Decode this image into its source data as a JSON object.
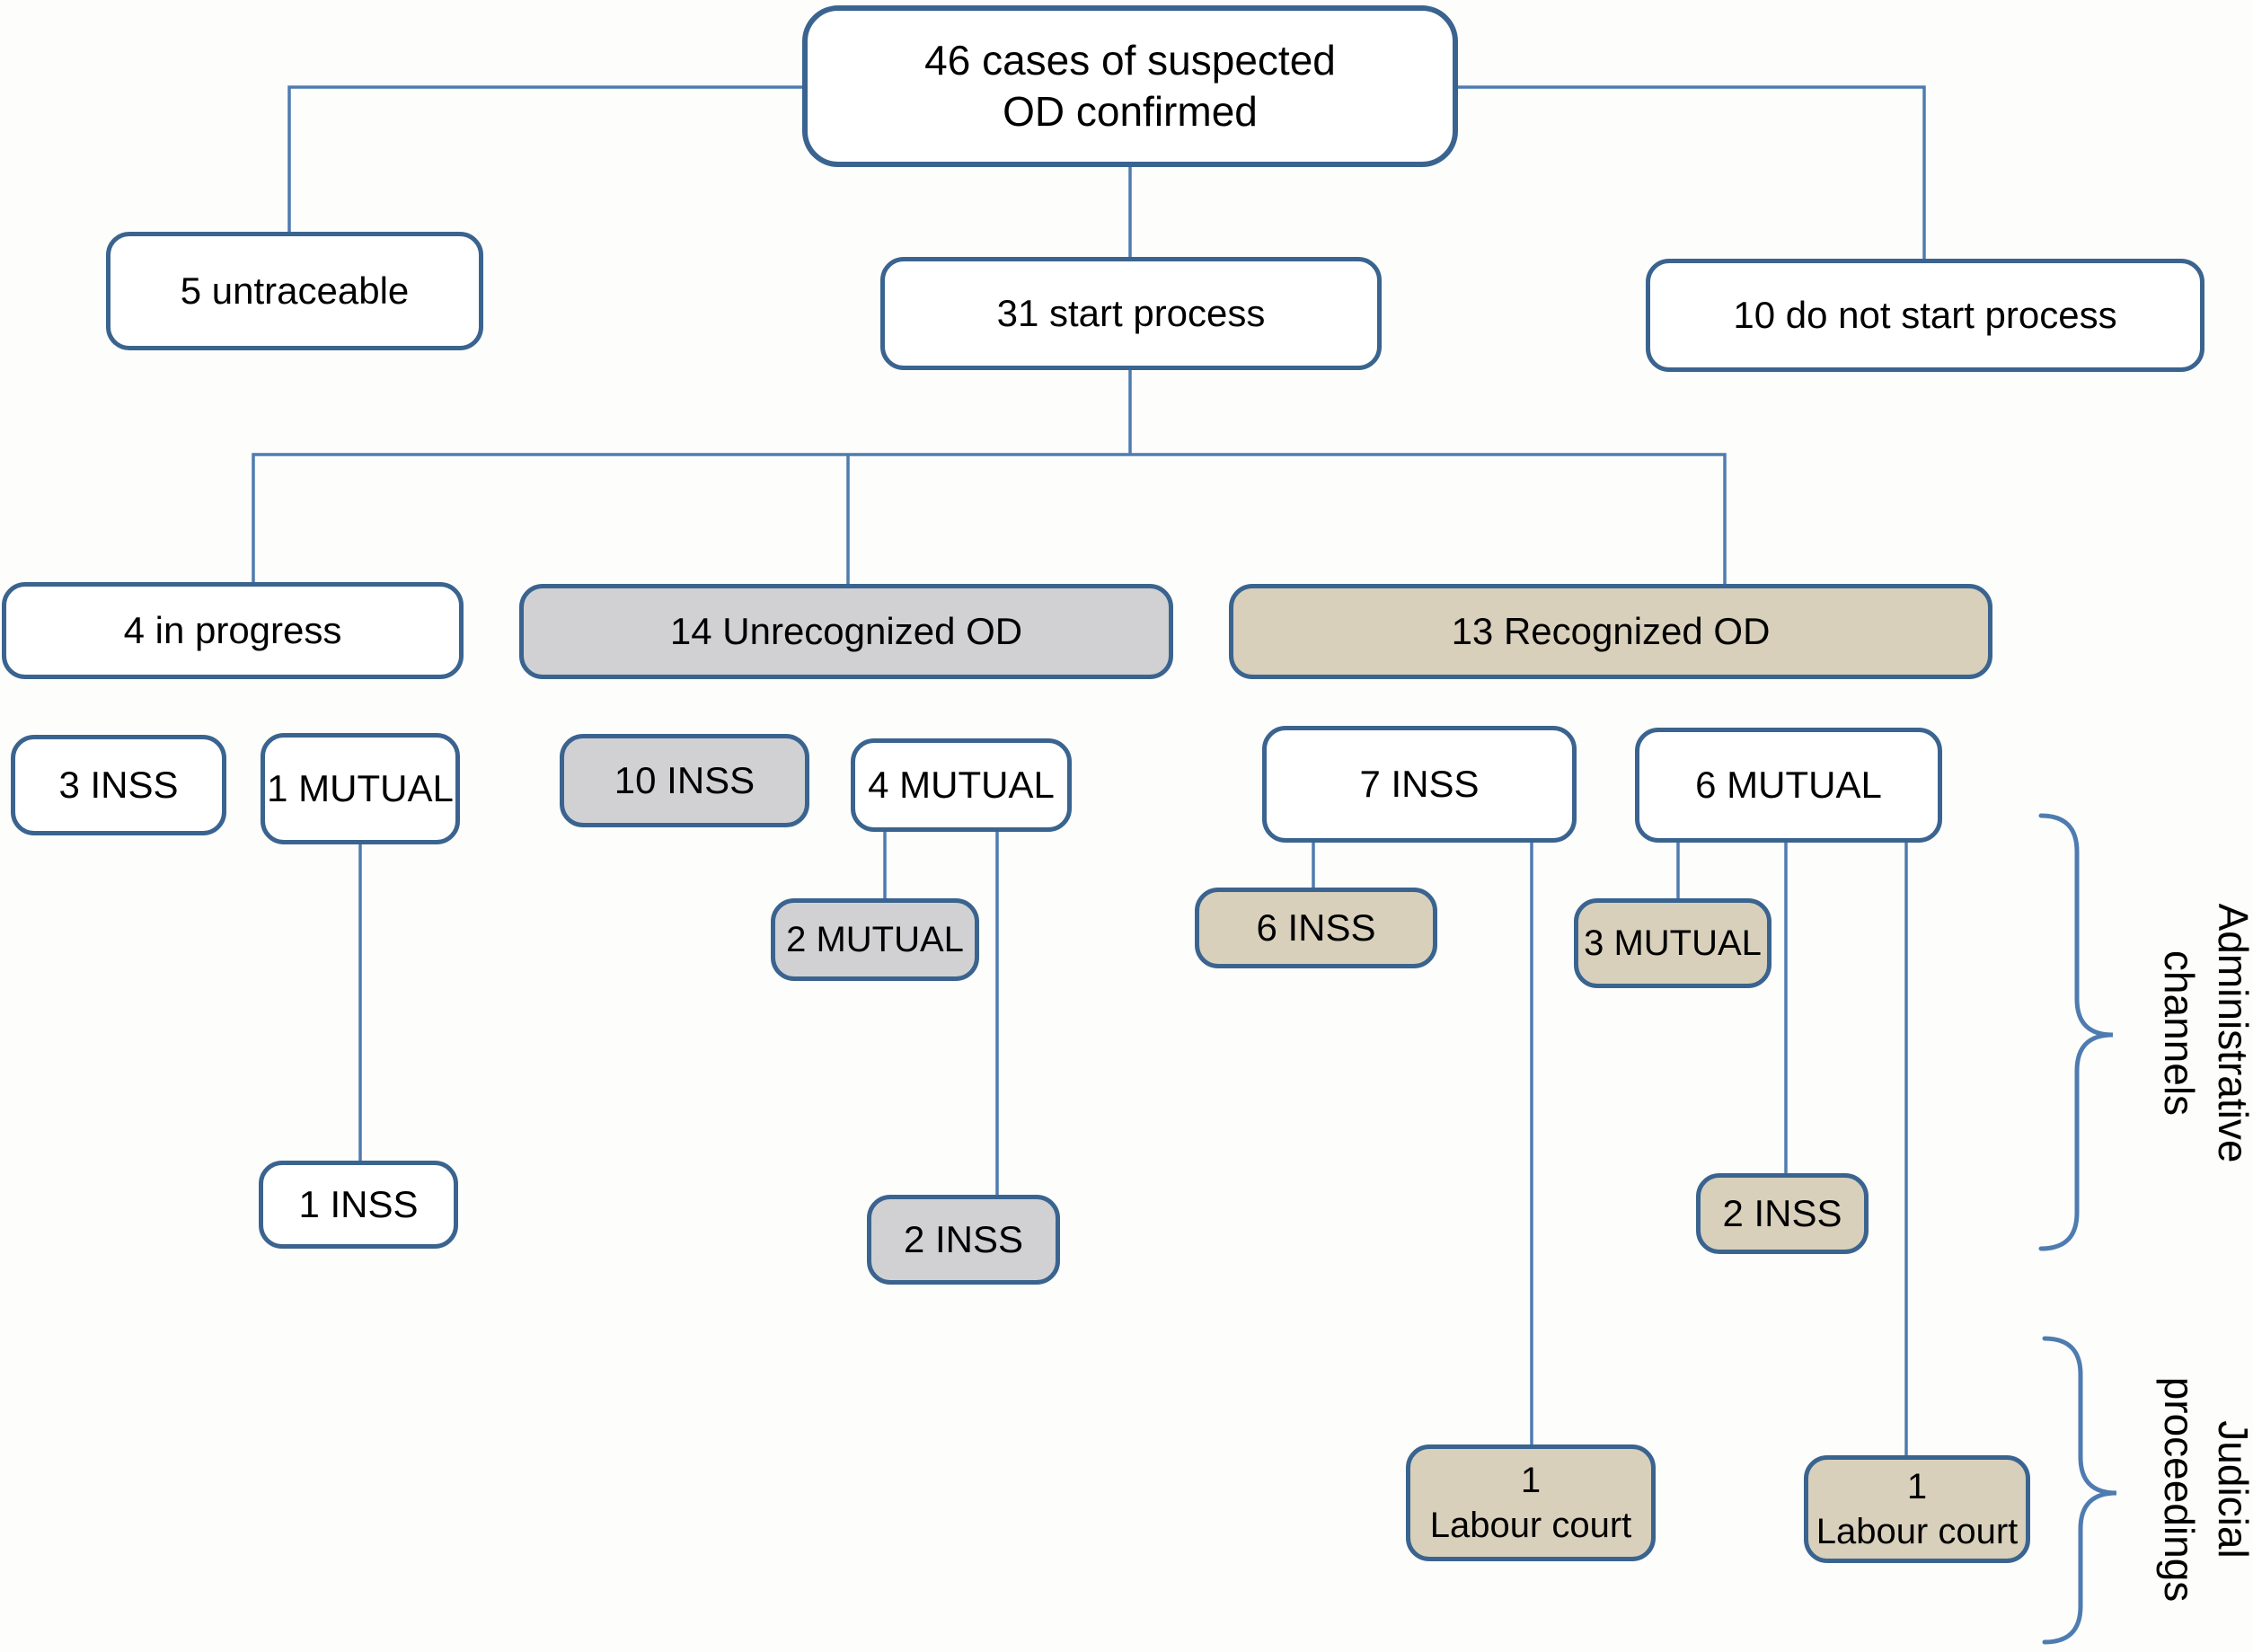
{
  "colors": {
    "border": "#3a648f",
    "line": "#4e7cb0",
    "gray_fill": "#d1d1d3",
    "tan_fill": "#d8d0bb",
    "white_fill": "#ffffff",
    "background": "#fdfdfb"
  },
  "nodes": {
    "root": {
      "label": "46 cases of suspected\nOD confirmed"
    },
    "untraceable": {
      "label": "5 untraceable"
    },
    "start_process": {
      "label": "31 start process"
    },
    "no_start": {
      "label": "10 do not start process"
    },
    "in_progress": {
      "label": "4 in progress"
    },
    "unrecognized": {
      "label": "14 Unrecognized OD"
    },
    "recognized": {
      "label": "13 Recognized OD"
    },
    "ip_inss": {
      "label": "3 INSS"
    },
    "ip_mutual": {
      "label": "1 MUTUAL"
    },
    "ip_mutual_inss": {
      "label": "1 INSS"
    },
    "un_inss": {
      "label": "10 INSS"
    },
    "un_mutual": {
      "label": "4 MUTUAL"
    },
    "un_mutual_mutual": {
      "label": "2 MUTUAL"
    },
    "un_mutual_inss": {
      "label": "2 INSS"
    },
    "re_inss": {
      "label": "7 INSS"
    },
    "re_mutual": {
      "label": "6 MUTUAL"
    },
    "re_inss_inss": {
      "label": "6 INSS"
    },
    "re_mutual_mutual": {
      "label": "3 MUTUAL"
    },
    "re_mutual_inss": {
      "label": "2 INSS"
    },
    "re_inss_labour": {
      "label": "1\nLabour court"
    },
    "re_mutual_labour": {
      "label": "1\nLabour court"
    }
  },
  "side_labels": {
    "administrative": "Administrative\nchannels",
    "judicial": "Judicial\nproceedings"
  }
}
